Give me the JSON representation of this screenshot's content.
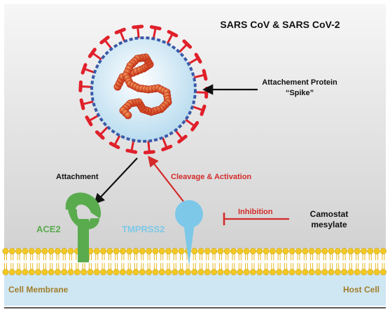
{
  "title": "SARS CoV  &  SARS CoV-2",
  "labels": {
    "spike_line1": "Attachement Protein",
    "spike_line2": "“Spike”",
    "attachment": "Attachment",
    "cleavage": "Cleavage & Activation",
    "inhibition": "Inhibition",
    "drug_line1": "Camostat",
    "drug_line2": "mesylate",
    "ace2": "ACE2",
    "tmprss2": "TMPRSS2",
    "cell_membrane": "Cell Membrane",
    "host_cell": "Host Cell"
  },
  "colors": {
    "background_top": "#f4f4f4",
    "background_bottom": "#d4d4d4",
    "virus_fill": "#cfe8f5",
    "virus_outline": "#3a5aa8",
    "spike": "#e0202a",
    "rna": "#e05a2a",
    "ace2": "#5aab4e",
    "tmprss2": "#7dc8e8",
    "lipid_head": "#f2c824",
    "lipid_tail": "#e6b820",
    "cytoplasm": "#cfe6f3",
    "red_arrow": "#d42a2a",
    "black_arrow": "#111111",
    "membrane_text": "#a07e28"
  }
}
